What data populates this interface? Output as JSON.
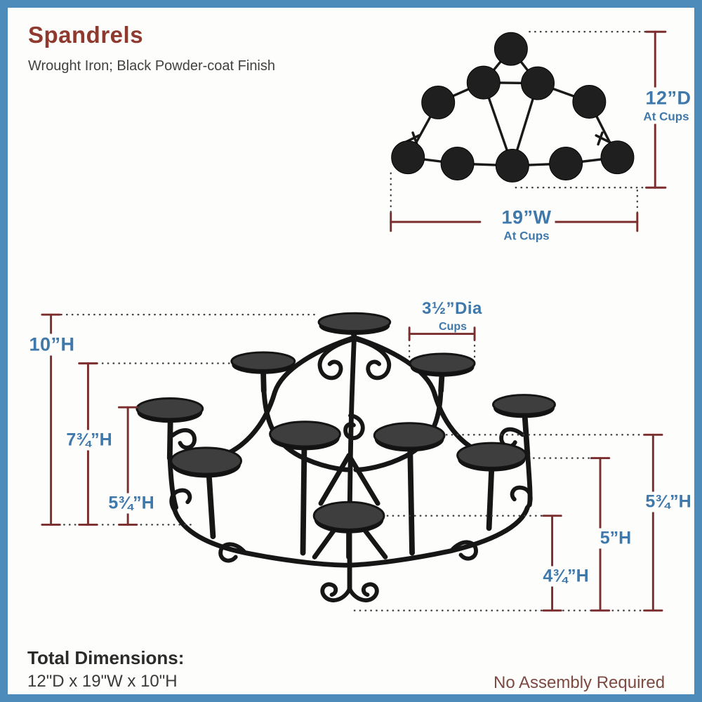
{
  "header": {
    "title": "Spandrels",
    "subtitle": "Wrought Iron; Black Powder-coat Finish"
  },
  "top_view": {
    "depth_label": "12”D",
    "depth_sub": "At Cups",
    "width_label": "19”W",
    "width_sub": "At Cups"
  },
  "side_view": {
    "height_total": "10”H",
    "height_tier2": "7¾”H",
    "height_tier3_left": "5¾”H",
    "cup_dia": "3½”Dia",
    "cup_dia_sub": "Cups",
    "height_right_outer": "5¾”H",
    "height_right_mid": "5”H",
    "height_right_inner": "4¾”H"
  },
  "footer": {
    "total_dims_label": "Total Dimensions:",
    "total_dims_value": "12\"D x 19\"W x 10\"H",
    "assembly_note": "No Assembly Required"
  },
  "colors": {
    "border_blue": "#4d8cba",
    "accent_blue": "#3f78aa",
    "dim_line_red": "#7b2e2e",
    "title_red": "#8e3a2e",
    "note_red": "#7c4a42",
    "iron_black": "#161616"
  }
}
